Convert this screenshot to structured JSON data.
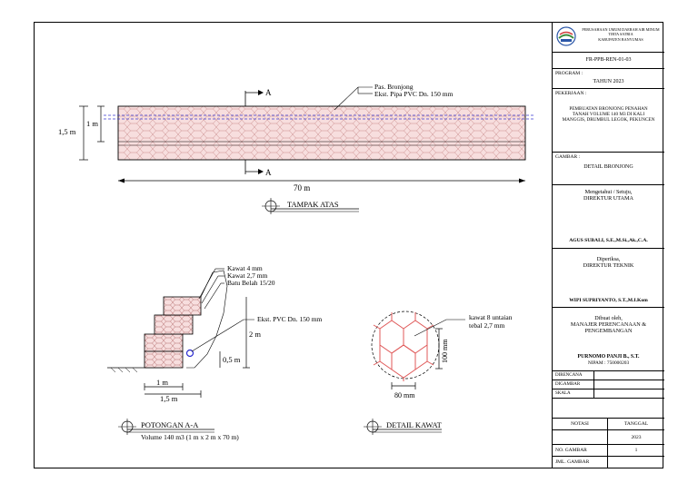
{
  "top_view": {
    "label_a_top": "A",
    "label_a_bottom": "A",
    "callout_1": "Pas. Bronjong",
    "callout_2": "Ekst. Pipa PVC Dn. 150 mm",
    "dim_total_height": "1,5 m",
    "dim_inner_height": "1 m",
    "dim_length": "70 m",
    "title": "TAMPAK ATAS"
  },
  "section": {
    "callout_1": "Kawat 4 mm",
    "callout_2": "Kawat 2,7 mm",
    "callout_3": "Batu Belah 15/20",
    "callout_pipe": "Ekst. PVC Dn. 150 mm",
    "dim_height": "2 m",
    "dim_step": "0,5 m",
    "dim_width_1": "1 m",
    "dim_width_2": "1,5 m",
    "title": "POTONGAN A-A",
    "subtitle": "Volume 140 m3 (1 m x 2 m x 70 m)"
  },
  "wire_detail": {
    "callout_1": "kawat 8 untaian",
    "callout_2": "tebal 2,7 mm",
    "dim_height": "100 mm",
    "dim_width": "80 mm",
    "title": "DETAIL KAWAT"
  },
  "title_block": {
    "logo_line_1": "PERUSAHAAN UMUM DAERAH AIR MINUM",
    "logo_line_2": "TIRTA SATRIA",
    "logo_line_3": "KABUPATEN BANYUMAS",
    "doc_code": "FR-PPB-REN-01-03",
    "program_label": "PROGRAM :",
    "program_value": "TAHUN 2023",
    "work_label": "PEKERJAAN :",
    "work_value": "PEMBUATAN BRONJONG PENAHAN TANAH VOLUME 140 M3 DI KALI MANGGIS, DRUMBUL LEGOK, PEKUNCEN",
    "drawing_label": "GAMBAR :",
    "drawing_value": "DETAIL BRONJONG",
    "approve_label": "Mengetahui / Setuju,",
    "approve_role": "DIREKTUR UTAMA",
    "approve_name": "AGUS SUBALI, S.E.,M.Si.,Ak.,C.A.",
    "check_label": "Diperiksa,",
    "check_role": "DIREKTUR TEKNIK",
    "check_name": "WIPI SUPRIYANTO, S.T.,M.I.Kom",
    "made_label": "Dibuat oleh,",
    "made_role": "MANAJER PERENCANAAN & PENGEMBANGAN",
    "made_name": "PURNOMO PANJI B., S.T.",
    "made_nipam": "NIPAM : 750000203",
    "row_planned": "DIRENCANA",
    "row_drawn": "DIGAMBAR",
    "row_scale": "SKALA",
    "notation_label": "NOTASI",
    "date_label": "TANGGAL",
    "year": "2023",
    "sheet_no_label": "NO. GAMBAR",
    "sheet_no_value": "1",
    "sheet_count_label": "JML. GAMBAR",
    "sheet_count_value": ""
  }
}
